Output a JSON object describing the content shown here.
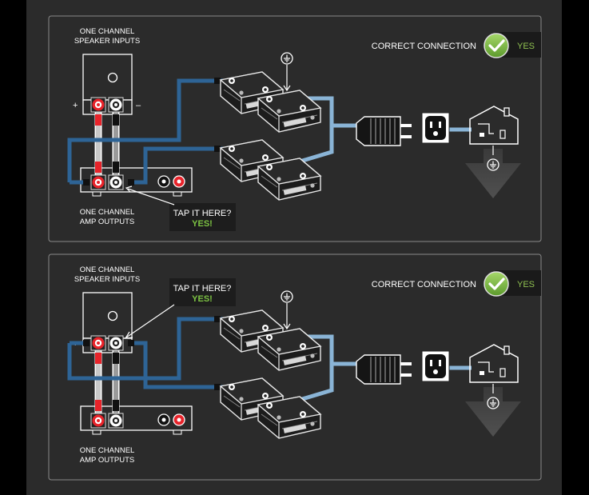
{
  "panels": [
    {
      "speaker_inputs": [
        "ONE CHANNEL",
        "SPEAKER INPUTS"
      ],
      "amp_outputs": [
        "ONE CHANNEL",
        "AMP OUTPUTS"
      ],
      "tap_question": "TAP IT HERE?",
      "tap_answer": "YES!",
      "status_label": "CORRECT CONNECTION",
      "status_value": "YES",
      "plus": "+",
      "minus": "–",
      "tap_at": "amp"
    },
    {
      "speaker_inputs": [
        "ONE CHANNEL",
        "SPEAKER INPUTS"
      ],
      "amp_outputs": [
        "ONE CHANNEL",
        "AMP OUTPUTS"
      ],
      "tap_question": "TAP IT HERE?",
      "tap_answer": "YES!",
      "status_label": "CORRECT CONNECTION",
      "status_value": "YES",
      "plus": "+",
      "minus": "–",
      "tap_at": "speaker"
    }
  ],
  "colors": {
    "background": "#000000",
    "column": "#2b2b2b",
    "panel_border": "#8a8a8a",
    "wire_dark_blue": "#2e6496",
    "wire_light_blue": "#8ab4d6",
    "positive_red": "#e8232a",
    "check_green": "#7cc242"
  },
  "icons": [
    "check-icon",
    "ground-icon",
    "power-plug-icon",
    "wall-outlet-icon",
    "house-icon",
    "down-arrow-icon"
  ]
}
